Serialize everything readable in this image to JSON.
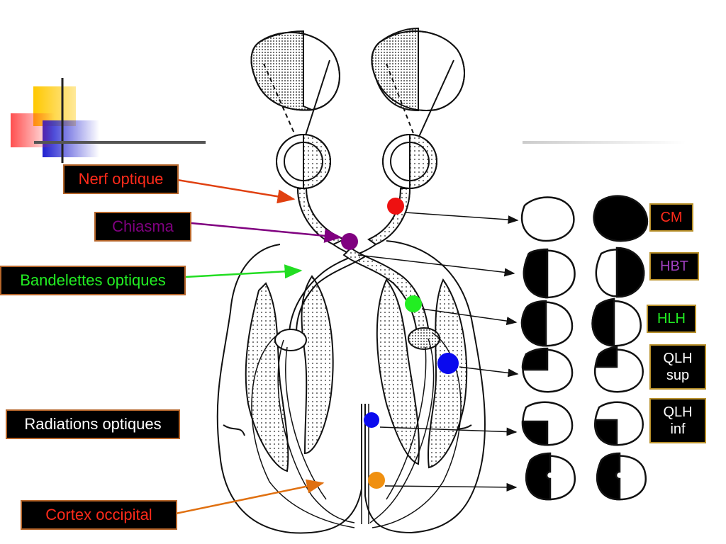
{
  "labels": {
    "nerf_optique": "Nerf optique",
    "chiasma": "Chiasma",
    "bandelettes": "Bandelettes optiques",
    "radiations": "Radiations optiques",
    "cortex": "Cortex occipital"
  },
  "deficits": {
    "cm": "CM",
    "hbt": "HBT",
    "hlh": "HLH",
    "qlh_sup_1": "QLH",
    "qlh_sup_2": "sup",
    "qlh_inf_1": "QLH",
    "qlh_inf_2": "inf"
  },
  "colors": {
    "label_bg": "#000000",
    "nerf": "#ff2a1a",
    "chiasma": "#800080",
    "bandelettes": "#22ee22",
    "radiations": "#ffffff",
    "cortex": "#ff2a1a",
    "dot_red": "#ee1111",
    "dot_purple": "#800080",
    "dot_green": "#22ee22",
    "dot_blue": "#0a0aee",
    "dot_orange": "#f09010",
    "arrow_orange": "#e07010",
    "arrow_red": "#e04010",
    "arrow_purple": "#800080",
    "arrow_green": "#22dd22"
  }
}
